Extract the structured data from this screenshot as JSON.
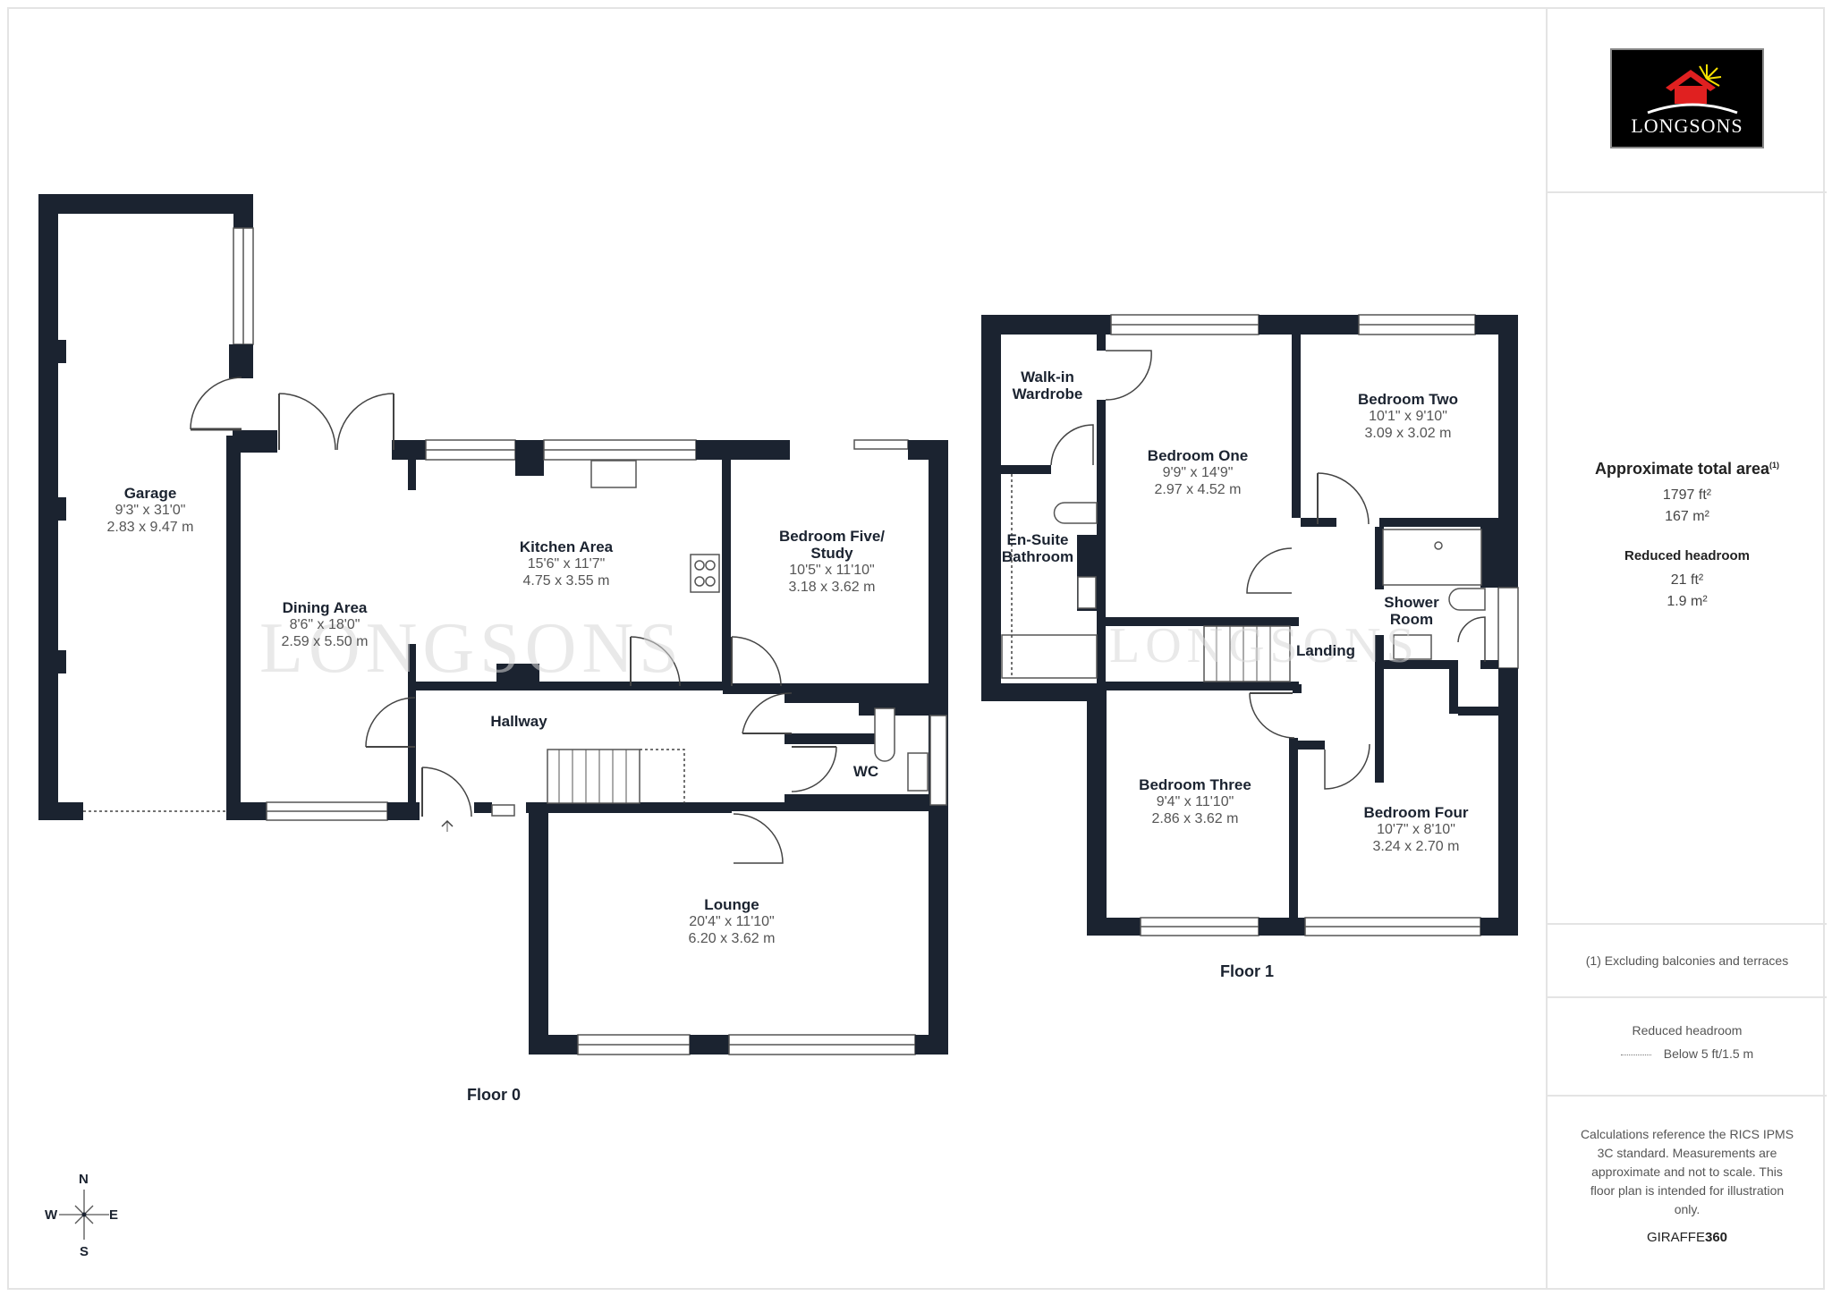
{
  "brand": {
    "logo_text": "LONGSONS",
    "watermark": "LONGSONS",
    "colors": {
      "wall": "#1b2330",
      "logo_bg": "#000000",
      "logo_roof": "#e02020",
      "logo_sun": "#f5e000"
    }
  },
  "floors": [
    {
      "label": "Floor 0",
      "rooms": [
        {
          "name": "Garage",
          "imperial": "9'3\" x 31'0\"",
          "metric": "2.83 x 9.47 m"
        },
        {
          "name": "Dining Area",
          "imperial": "8'6\" x 18'0\"",
          "metric": "2.59 x 5.50 m"
        },
        {
          "name": "Kitchen Area",
          "imperial": "15'6\" x 11'7\"",
          "metric": "4.75 x 3.55 m"
        },
        {
          "name": "Bedroom Five/",
          "name2": "Study",
          "imperial": "10'5\" x 11'10\"",
          "metric": "3.18 x 3.62 m"
        },
        {
          "name": "Hallway"
        },
        {
          "name": "WC"
        },
        {
          "name": "Lounge",
          "imperial": "20'4\" x 11'10\"",
          "metric": "6.20 x 3.62 m"
        }
      ]
    },
    {
      "label": "Floor 1",
      "rooms": [
        {
          "name": "Walk-in",
          "name2": "Wardrobe"
        },
        {
          "name": "En-Suite",
          "name2": "Bathroom"
        },
        {
          "name": "Bedroom One",
          "imperial": "9'9\" x 14'9\"",
          "metric": "2.97 x 4.52 m"
        },
        {
          "name": "Bedroom Two",
          "imperial": "10'1\" x 9'10\"",
          "metric": "3.09 x 3.02 m"
        },
        {
          "name": "Shower",
          "name2": "Room"
        },
        {
          "name": "Landing"
        },
        {
          "name": "Bedroom Three",
          "imperial": "9'4\" x 11'10\"",
          "metric": "2.86 x 3.62 m"
        },
        {
          "name": "Bedroom Four",
          "imperial": "10'7\" x 8'10\"",
          "metric": "3.24 x 2.70 m"
        }
      ]
    }
  ],
  "compass": {
    "n": "N",
    "s": "S",
    "e": "E",
    "w": "W"
  },
  "sidebar": {
    "area_title": "Approximate total area",
    "area_sup": "(1)",
    "area_ft": "1797 ft²",
    "area_m": "167 m²",
    "reduced_title": "Reduced headroom",
    "reduced_ft": "21 ft²",
    "reduced_m": "1.9 m²",
    "footnote": "(1) Excluding balconies and terraces",
    "legend_title": "Reduced headroom",
    "legend_item": "Below 5 ft/1.5 m",
    "disclaimer": "Calculations reference the RICS IPMS 3C standard. Measurements are approximate and not to scale. This floor plan is intended for illustration only.",
    "credit_a": "GIRAFFE",
    "credit_b": "360"
  }
}
